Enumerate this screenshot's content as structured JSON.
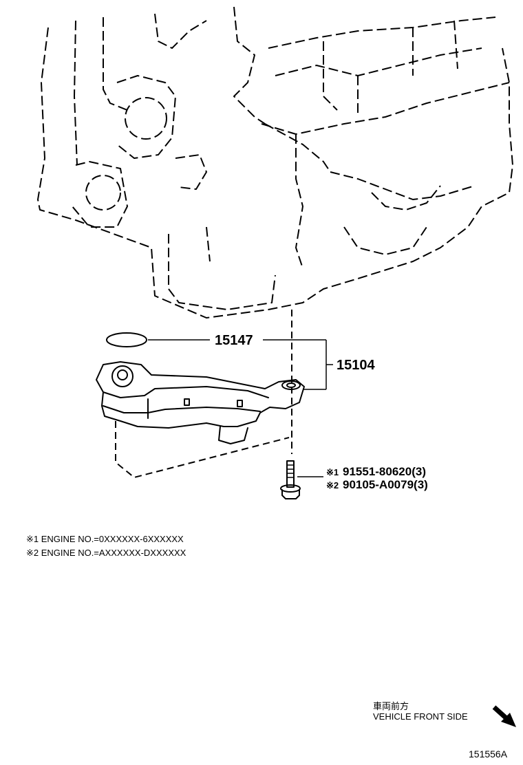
{
  "parts": {
    "gasket": "15147",
    "oil_strainer": "15104",
    "bolt_1": "91551-80620(3)",
    "bolt_2": "90105-A0079(3)",
    "bolt_1_marker": "※1",
    "bolt_2_marker": "※2"
  },
  "notes": [
    "※1 ENGINE NO.=0XXXXXX-6XXXXXX",
    "※2 ENGINE NO.=AXXXXXX-DXXXXXX"
  ],
  "vehicle_front": {
    "label_jp": "車両前方",
    "label_en": "VEHICLE FRONT SIDE"
  },
  "diagram_id": "151556A"
}
